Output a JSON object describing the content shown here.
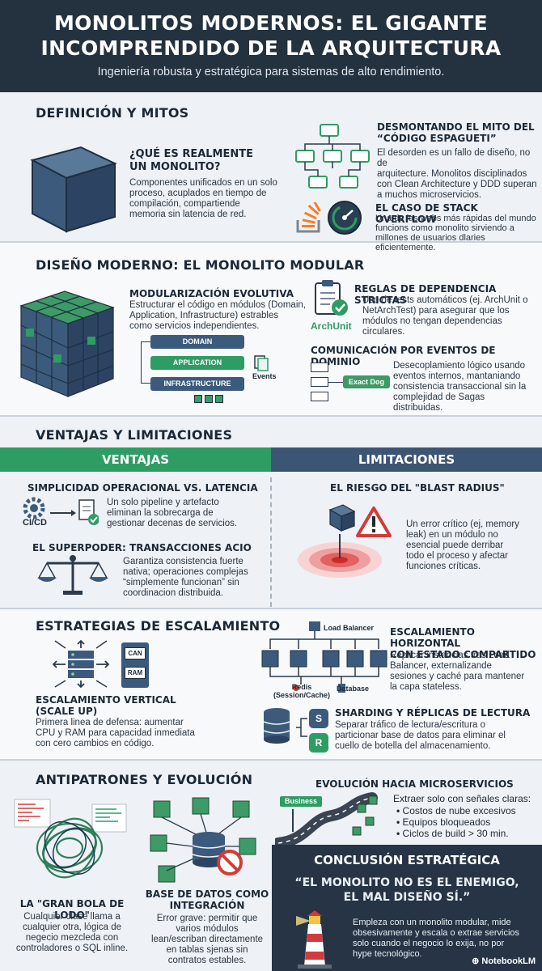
{
  "header": {
    "title_line1": "MONOLITOS MODERNOS: EL GIGANTE",
    "title_line2": "INCOMPRENDIDO DE LA ARQUITECTURA",
    "subtitle": "Ingeniería robusta y estratégica para sistemas de alto rendimiento."
  },
  "s1": {
    "title": "DEFINICIÓN Y MITOS",
    "what_title_1": "¿QUÉ ES REALMENTE",
    "what_title_2": "UN MONOLITO?",
    "what_text_1": "Componentes unificados en un solo",
    "what_text_2": "proceso, acuplados en tiempo de",
    "what_text_3": "compilación, compartiende",
    "what_text_4": "memoria sin latencia de red.",
    "myth_title_1": "DESMONTANDO EL MITO DEL",
    "myth_title_2": "“CÓDIGO ESPAGUETI”",
    "myth_text_1": "El desorden es un fallo de diseño, no de",
    "myth_text_2": "arquitecture. Monolitos disciplinados",
    "myth_text_3": "con Clean Architecture y DDD superan",
    "myth_text_4": "a muchos microservicios.",
    "so_title": "EL CASO DE STACK OVERFLOW",
    "so_text_1": "Una de las webs más rápidas del mundo",
    "so_text_2": "funcions como monolito sirviendo a",
    "so_text_3": "millones de usuarios dlaries eficientemente."
  },
  "s2": {
    "title": "DISEÑO MODERNO: EL MONOLITO MODULAR",
    "mod_title": "MODULARIZACIÓN EVOLUTIVA",
    "mod_text_1": "Estructurar el código en módulos (Domain,",
    "mod_text_2": "Application, Infrastructure) estrables",
    "mod_text_3": "como servicios independientes.",
    "layer_domain": "DOMAIN",
    "layer_application": "APPLICATION",
    "layer_infra": "INFRASTRUCTURE",
    "events_label": "Events",
    "dep_title": "REGLAS DE DEPENDENCIA STRICTAS",
    "dep_text_1": "Uso de tests automáticos (ej. ArchUnit o",
    "dep_text_2": "NetArchTest) para asegurar que los",
    "dep_text_3": "módulos no tengan dependencias circulares.",
    "archunit_label": "ArchUnit",
    "ev_title": "COMUNICACIÓN POR EVENTOS DE DOMINIO",
    "ev_text_1": "Desecoplamiento lógico usando",
    "ev_text_2": "eventos internos, mantaniando",
    "ev_text_3": "consistencia transaccional sin la",
    "ev_text_4": "complejidad de Sagas",
    "ev_text_5": "distribuidas.",
    "event_box_label": "Exact Dog"
  },
  "s3": {
    "title": "VENTAJAS Y LIMITACIONES",
    "adv_bar": "VENTAJAS",
    "lim_bar": "LIMITACIONES",
    "simp_title": "SIMPLICIDAD OPERACIONAL VS. LATENCIA",
    "cicd_label": "CI/CD",
    "simp_text_1": "Un solo pipeline y artefacto",
    "simp_text_2": "eliminan la sobrecarga de",
    "simp_text_3": "gestionar decenas de servicios.",
    "acid_title": "EL SUPERPODER: TRANSACCIONES ACIO",
    "acid_text_1": "Garantiza consistencia fuerte",
    "acid_text_2": "nativa; operaciones complejas",
    "acid_text_3": "“simplemente funcionan” sin",
    "acid_text_4": "coordinacion distribuida.",
    "blast_title": "EL RIESGO DEL \"BLAST RADIUS\"",
    "blast_text_1": "Un error crítico (ej, memory",
    "blast_text_2": "leak) en un módulo no",
    "blast_text_3": "esencial puede derribar",
    "blast_text_4": "todo el proceso y afectar",
    "blast_text_5": "funciones críticas."
  },
  "s4": {
    "title": "ESTRATEGIAS DE ESCALAMIENTO",
    "can_label": "CAN",
    "ram_label": "RAM",
    "vert_title_1": "ESCALAMIENTO VERTICAL",
    "vert_title_2": "(SCALE UP)",
    "vert_text_1": "Primera linea de defensa: aumentar",
    "vert_text_2": "CPU y RAM para capacidad inmediata",
    "vert_text_3": "con cero cambios en código.",
    "lb_label": "Load Balancer",
    "redis_label_1": "Redis",
    "redis_label_2": "(Session/Cache)",
    "db_label": "Database",
    "hor_title_1": "ESCALAMIENTO HORIZONTAL",
    "hor_title_2": "CON ESTADO COMPARTIDO",
    "hor_text_1": "Replicar instancias tras Load",
    "hor_text_2": "Balancer, externalizande",
    "hor_text_3": "sesiones y caché para mantener",
    "hor_text_4": "la capa stateless.",
    "shard_s": "S",
    "shard_r": "R",
    "shard_title": "SHARDING Y RÉPLICAS DE LECTURA",
    "shard_text_1": "Separar tráfico de lectura/escritura o",
    "shard_text_2": "particionar base de datos para eliminar el",
    "shard_text_3": "cuello de botella del almacenamiento."
  },
  "s5": {
    "title": "ANTIPATRONES Y EVOLUCIÓN",
    "mud_title": "LA \"GRAN BOLA DE LODO\"",
    "mud_text_1": "Cualquier clase llama a",
    "mud_text_2": "cualquier otra, lógica de",
    "mud_text_3": "negecio mezcleda con",
    "mud_text_4": "controladores o SQL inline.",
    "dbint_title_1": "BASE DE DATOS COMO",
    "dbint_title_2": "INTEGRACIÓN",
    "dbint_text_1": "Error grave: permitir que",
    "dbint_text_2": "varios módulos",
    "dbint_text_3": "lean/escriban directamente",
    "dbint_text_4": "en tablas sjenas sin",
    "dbint_text_5": "contratos estables.",
    "evo_title": "EVOLUCIÓN HACIA MICROSERVICIOS",
    "business_sign": "Business",
    "evo_intro": "Extraer solo con señales claras:",
    "evo_items": [
      "Costos de nube excesivos",
      "Equipos bloqueados",
      "Ciclos de build > 30 min."
    ],
    "concl_title": "CONCLUSIÓN ESTRATÉGICA",
    "quote_1": "“EL MONOLITO NO ES EL ENEMIGO,",
    "quote_2": "EL MAL DISEÑO SÍ.”",
    "concl_text_1": "Empleza con un monolito modular, mide",
    "concl_text_2": "obsesivamente y escala o extrae servicios",
    "concl_text_3": "solo cuando el negocio lo exija, no por",
    "concl_text_4": "hype tecnológico.",
    "brand": "NotebookLM"
  },
  "colors": {
    "navy": "#24313f",
    "green": "#2e9d63",
    "slate_blue": "#3d5574",
    "red": "#d23b3b",
    "cube": "#3c5a7c"
  }
}
